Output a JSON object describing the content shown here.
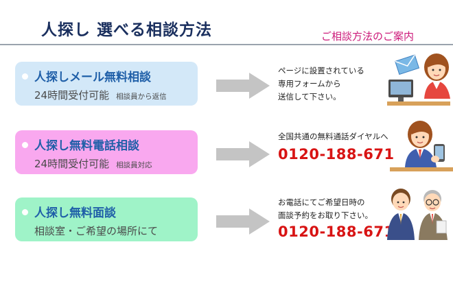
{
  "header": {
    "title": "人探し 選べる相談方法",
    "subtitle": "ご相談方法のご案内"
  },
  "methods": [
    {
      "title": "人探しメール無料相談",
      "hours": "24時間受付可能",
      "note": "相談員から返信",
      "info_lines": [
        "ページに設置されている",
        "専用フォームから",
        "送信して下さい。"
      ],
      "phone": ""
    },
    {
      "title": "人探し無料電話相談",
      "hours": "24時間受付可能",
      "note": "相談員対応",
      "info_lines": [
        "全国共通の無料通話ダイヤルへ"
      ],
      "phone": "0120-188-671"
    },
    {
      "title": "人探し無料面談",
      "hours": "相談室・ご希望の場所にて",
      "note": "",
      "info_lines": [
        "お電話にてご希望日時の",
        "面談予約をお取り下さい。"
      ],
      "phone": "0120-188-671"
    }
  ],
  "colors": {
    "title": "#1a2f5e",
    "subtitle": "#cc1a7a",
    "pill_mail": "#d3e8f8",
    "pill_tel": "#f9a8ef",
    "pill_meet": "#9ff3c8",
    "pill_title": "#1f5fa8",
    "phone": "#d81414",
    "arrow": "#c4c4c4"
  },
  "icons": [
    "right-arrow-icon",
    "operator-with-computer-illustration",
    "operator-with-phone-illustration",
    "consultants-illustration"
  ]
}
